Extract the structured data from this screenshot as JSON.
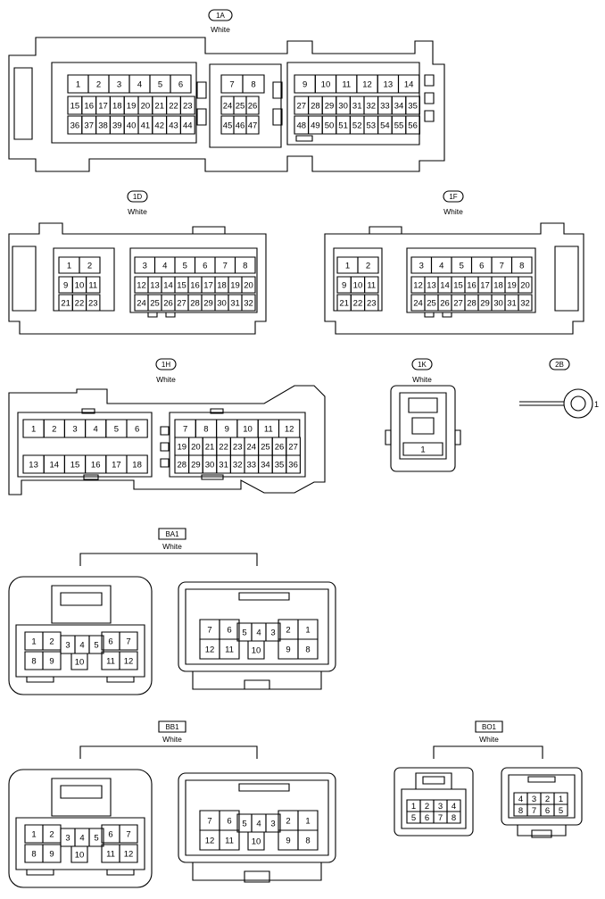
{
  "colors": {
    "stroke": "#000000",
    "background": "#ffffff"
  },
  "connectors": {
    "c1A": {
      "tag": "1A",
      "color": "White"
    },
    "c1D": {
      "tag": "1D",
      "color": "White"
    },
    "c1F": {
      "tag": "1F",
      "color": "White"
    },
    "c1H": {
      "tag": "1H",
      "color": "White"
    },
    "c1K": {
      "tag": "1K",
      "color": "White",
      "pins": [
        "1"
      ]
    },
    "c2B": {
      "tag": "2B",
      "pins": [
        "1"
      ]
    },
    "BA1": {
      "tag": "BA1",
      "color": "White"
    },
    "BB1": {
      "tag": "BB1",
      "color": "White"
    },
    "BO1": {
      "tag": "BO1",
      "color": "White"
    }
  }
}
